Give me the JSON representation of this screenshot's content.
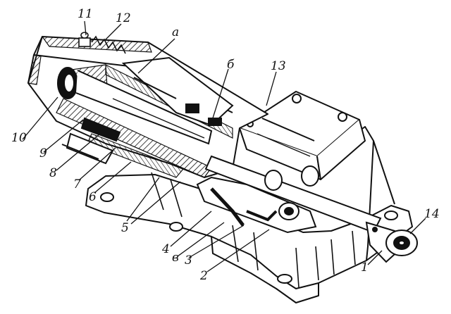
{
  "labels": {
    "l1": "1",
    "l2": "2",
    "l3": "3",
    "l4": "4",
    "l5": "5",
    "l6": "6",
    "l7": "7",
    "l8": "8",
    "l9": "9",
    "l10": "10",
    "l11": "11",
    "l12": "12",
    "l13": "13",
    "l14": "14",
    "la": "а",
    "lb": "б",
    "lv": "в"
  },
  "colors": {
    "ink": "#111111",
    "paper": "#ffffff"
  }
}
